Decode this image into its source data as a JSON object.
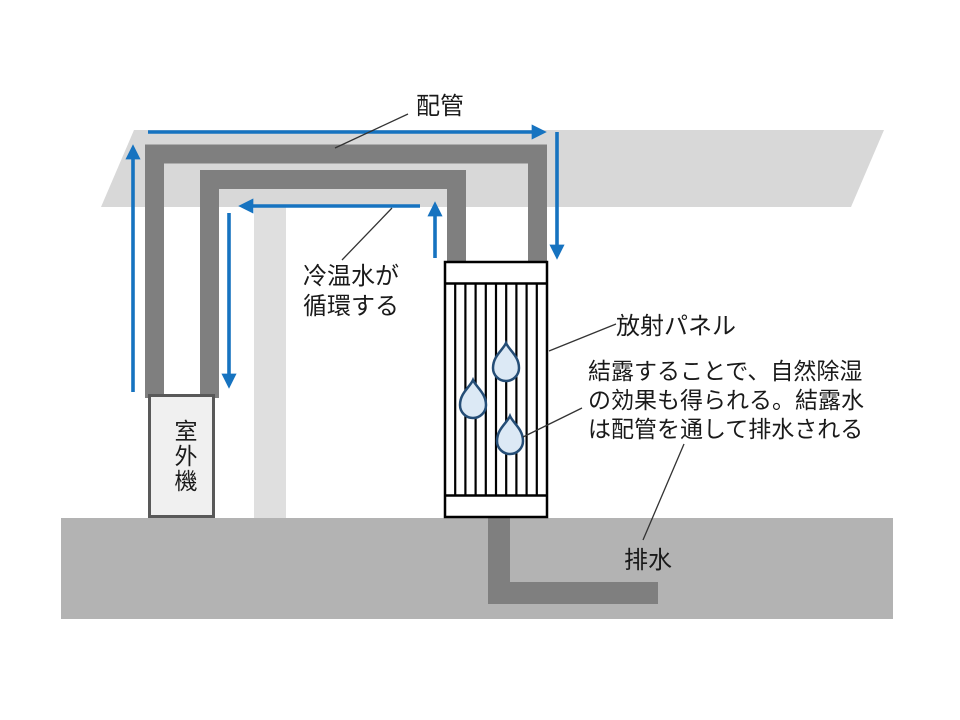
{
  "diagram": {
    "labels": {
      "piping": "配管",
      "circulation": "冷温水が\n循環する",
      "radiant_panel": "放射パネル",
      "condensation_note": "結露することで、自然除湿\nの効果も得られる。結露水\nは配管を通して排水される",
      "drainage": "排水",
      "outdoor_unit": "室外機"
    },
    "colors": {
      "arrow_blue": "#1673c0",
      "pipe_gray": "#7f7f7f",
      "ceiling_gray": "#d8d8d8",
      "wall_gray": "#dfdfdf",
      "floor_gray": "#b3b3b3",
      "panel_line": "#000000",
      "panel_fill": "#ffffff",
      "unit_fill": "#f0f0f0",
      "unit_border": "#595959",
      "droplet_fill": "#dce9f5",
      "droplet_stroke": "#254e77",
      "leader_line": "#333333"
    }
  }
}
